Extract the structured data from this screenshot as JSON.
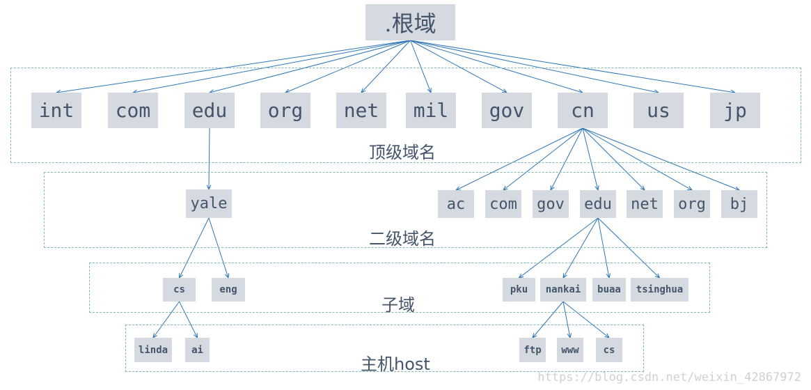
{
  "root": {
    "label": ".根域"
  },
  "levels": {
    "top": "顶级域名",
    "second": "二级域名",
    "sub": "子域",
    "host": "主机host"
  },
  "tld": [
    "int",
    "com",
    "edu",
    "org",
    "net",
    "mil",
    "gov",
    "cn",
    "us",
    "jp"
  ],
  "edu_branch": {
    "second": [
      "yale"
    ],
    "sub": [
      "cs",
      "eng"
    ],
    "host": [
      "linda",
      "ai"
    ]
  },
  "cn_branch": {
    "second": [
      "ac",
      "com",
      "gov",
      "edu",
      "net",
      "org",
      "bj"
    ],
    "sub": [
      "pku",
      "nankai",
      "buaa",
      "tsinghua"
    ],
    "host": [
      "ftp",
      "www",
      "cs"
    ]
  },
  "watermark": "https://blog.csdn.net/weixin_42867972",
  "colors": {
    "box": "#d5dae0",
    "text": "#44546a",
    "edge": "#2e75b6",
    "zone": "#7fb8b0"
  }
}
